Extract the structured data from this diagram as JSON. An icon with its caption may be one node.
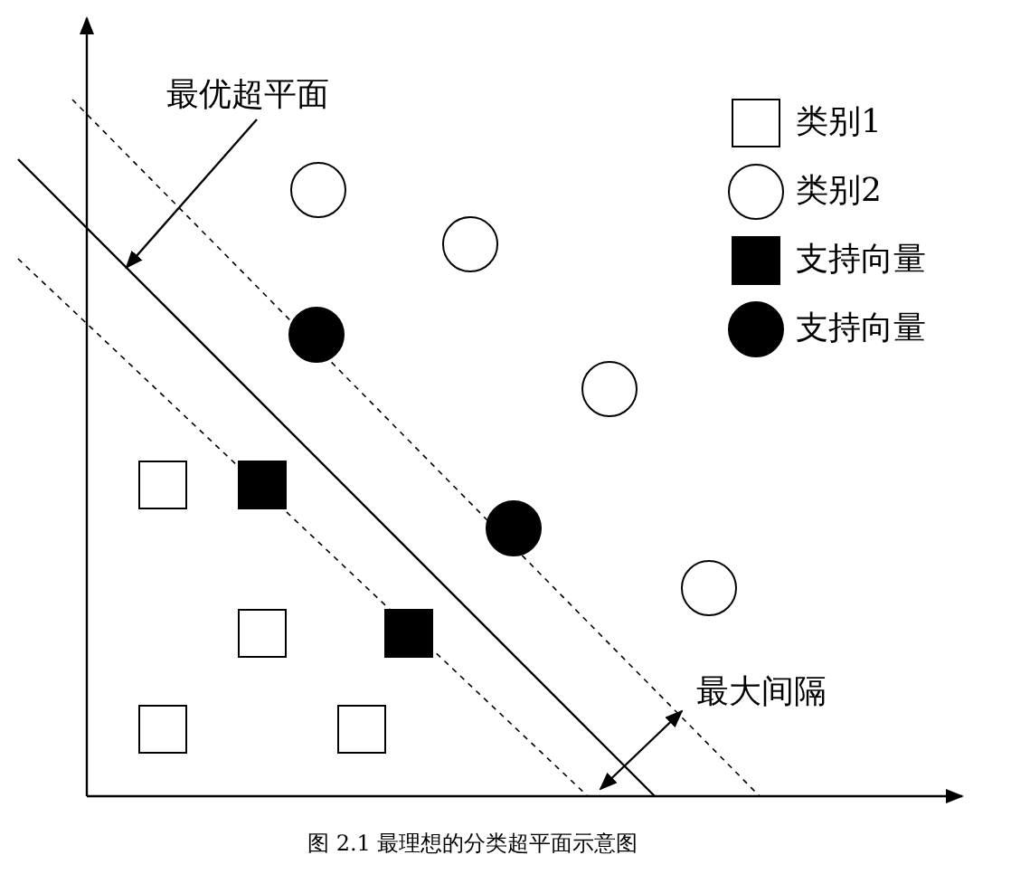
{
  "diagram": {
    "caption": "图 2.1 最理想的分类超平面示意图",
    "nodes": [
      {
        "text": [
          "最优超平面"
        ]
      },
      {
        "text": [],
        "shape": "line"
      }
    ],
    "edges": [
      {
        "from": 0,
        "to": 1,
        "arrow": "to"
      }
    ],
    "labels": [
      "最大间隔"
    ],
    "legend": [
      {
        "text": "类别1"
      },
      {
        "text": "类别2"
      },
      {
        "text": "支持向量"
      },
      {
        "text": "支持向量"
      }
    ]
  }
}
